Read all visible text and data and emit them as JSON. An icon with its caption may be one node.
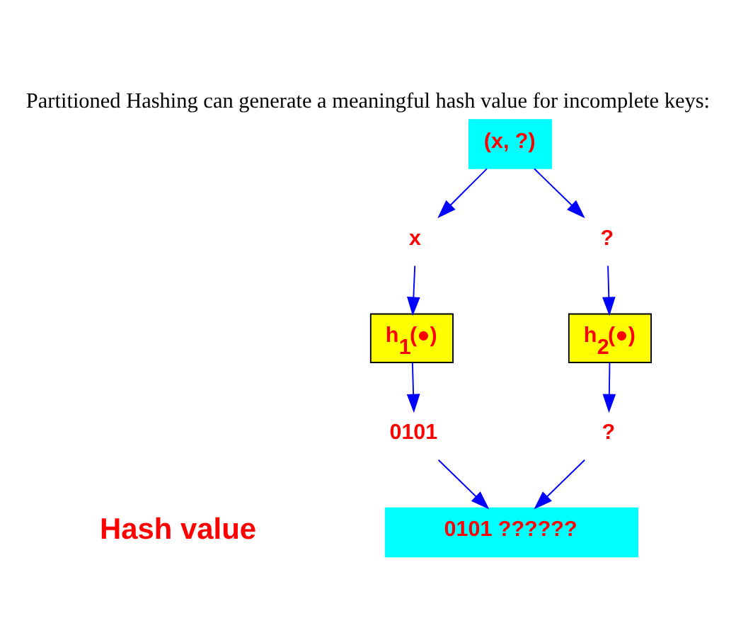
{
  "diagram": {
    "title": "Partitioned Hashing can generate a meaningful hash value for incomplete keys:",
    "nodes": [
      {
        "text": [
          "(x, ?)"
        ]
      },
      {
        "text": [
          "x"
        ]
      },
      {
        "text": [
          "?"
        ]
      },
      {
        "text": [
          "h$_{1}$(●)"
        ]
      },
      {
        "text": [
          "h$_{2}$(●)"
        ]
      },
      {
        "text": [
          "0101"
        ]
      },
      {
        "text": [
          "?"
        ]
      },
      {
        "text": [
          "0101 ??????"
        ]
      }
    ],
    "edges": [
      {
        "from": 0,
        "to": 1,
        "arrow": "to"
      },
      {
        "from": 0,
        "to": 2,
        "arrow": "to"
      },
      {
        "from": 1,
        "to": 3,
        "arrow": "to"
      },
      {
        "from": 2,
        "to": 4,
        "arrow": "to"
      },
      {
        "from": 3,
        "to": 5,
        "arrow": "to"
      },
      {
        "from": 4,
        "to": 6,
        "arrow": "to"
      },
      {
        "from": 5,
        "to": 7,
        "arrow": "to"
      },
      {
        "from": 6,
        "to": 7,
        "arrow": "to"
      }
    ],
    "labels": [
      "Hash value"
    ]
  }
}
